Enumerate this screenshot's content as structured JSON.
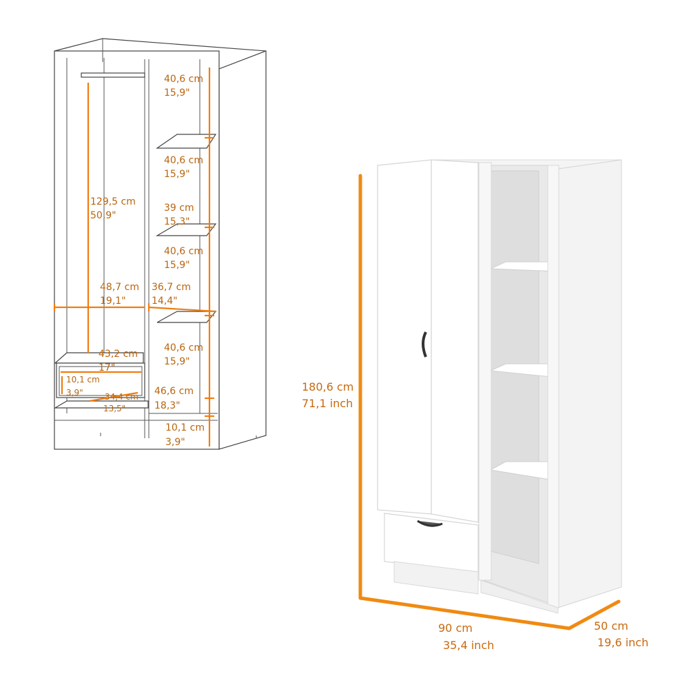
{
  "colors": {
    "dimension": "#f08a12",
    "outline": "#444444",
    "cabinet": "#ffffff"
  },
  "diagram": {
    "compartment_heights": [
      {
        "cm": "40,6 cm",
        "inch": "15,9\""
      },
      {
        "cm": "40,6 cm",
        "inch": "15,9\""
      },
      {
        "cm": "39 cm",
        "inch": "15,3\""
      },
      {
        "cm": "40,6 cm",
        "inch": "15,9\""
      },
      {
        "cm": "40,6 cm",
        "inch": "15,9\""
      },
      {
        "cm": "46,6 cm",
        "inch": "18,3\""
      },
      {
        "cm": "10,1 cm",
        "inch": "3,9\""
      }
    ],
    "hanging_height": {
      "cm": "129,5 cm",
      "inch": "50,9\""
    },
    "hanging_width": {
      "cm": "48,7 cm",
      "inch": "19,1\""
    },
    "shelf_width": {
      "cm": "36,7 cm",
      "inch": "14,4\""
    },
    "drawer_width": {
      "cm": "43,2 cm",
      "inch": "17\""
    },
    "drawer_height": {
      "cm": "10,1 cm",
      "inch": "3,9\""
    },
    "drawer_depth": {
      "cm": "34,4 cm",
      "inch": "13,5\""
    }
  },
  "product": {
    "height": {
      "cm": "180,6 cm",
      "inch": "71,1 inch"
    },
    "width": {
      "cm": "90 cm",
      "inch": "35,4 inch"
    },
    "depth": {
      "cm": "50 cm",
      "inch": "19,6 inch"
    }
  }
}
